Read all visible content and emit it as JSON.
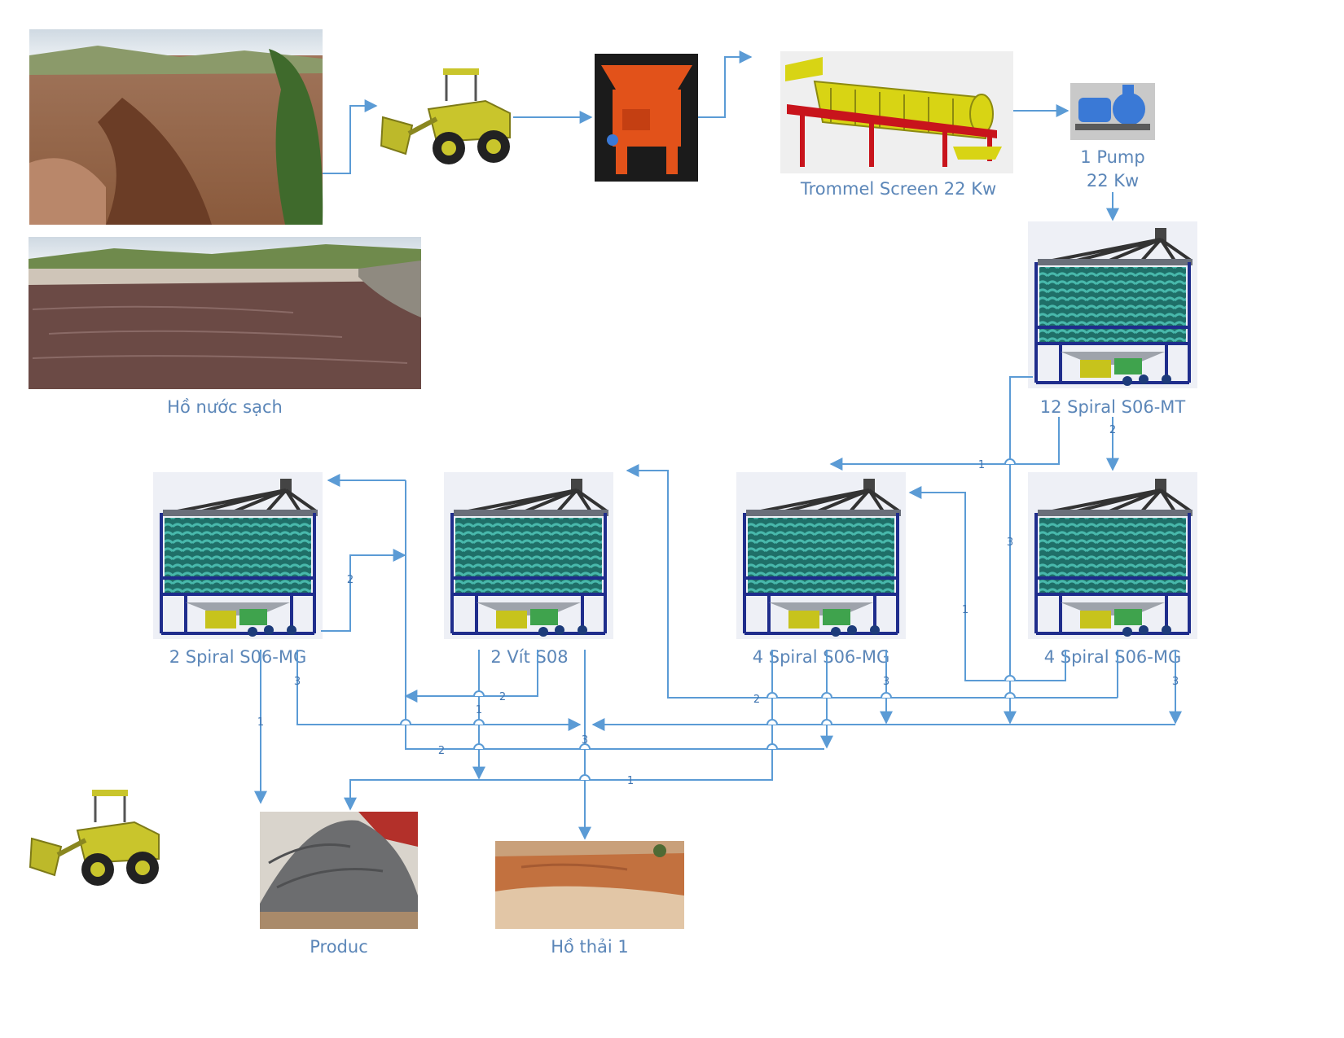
{
  "labels": {
    "clean_water_pond": "Hồ nước sạch",
    "trommel": "Trommel Screen 22 Kw",
    "pump_line1": "1 Pump",
    "pump_line2": "22 Kw",
    "spiral_mt": "12 Spiral S06-MT",
    "spiral_mg2": "2 Spiral S06-MG",
    "vit_s08": "2 Vít S08",
    "spiral_mg4a": "4 Spiral S06-MG",
    "spiral_mg4b": "4 Spiral S06-MG",
    "product": "Produc",
    "tailings": "Hồ thải 1"
  },
  "flow_numbers": {
    "n1": "1",
    "n2": "2",
    "n3": "3"
  },
  "colors": {
    "flow_line": "#5b9bd5",
    "label_text": "#5b86b8",
    "frame_blue": "#1f2d8c",
    "spiral_teal": "#2b8f86",
    "hopper_orange": "#e2521a",
    "trommel_yellow": "#d8d414",
    "frame_red": "#c8141c",
    "loader_yellow": "#c9c52c",
    "pump_blue": "#3a79d6"
  },
  "icons": [
    "quarry-photo",
    "loader-icon",
    "hopper-icon",
    "trommel-icon",
    "pump-icon",
    "spiral-unit-icon",
    "pond-photo",
    "sand-pile-photo",
    "tailings-pond-photo"
  ]
}
